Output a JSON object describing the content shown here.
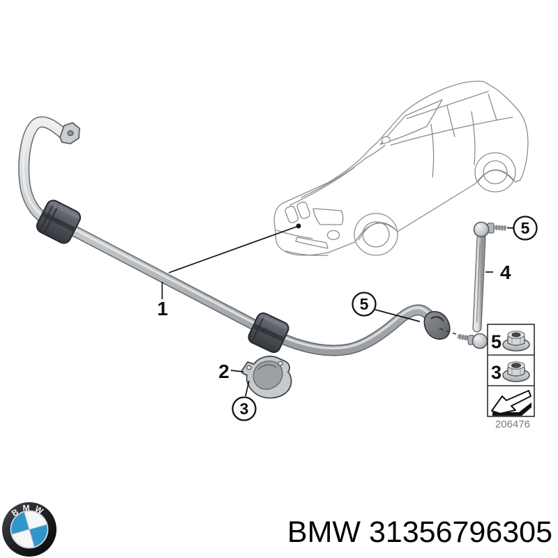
{
  "diagram": {
    "callouts": {
      "stabilizer_bar": "1",
      "clamp": "2",
      "clamp_nut": "3",
      "link": "4",
      "link_nut_top": "5",
      "bar_link_nut": "5"
    },
    "legend": {
      "rows": [
        {
          "label": "5",
          "icon": "flange-nut-icon"
        },
        {
          "label": "3",
          "icon": "flange-nut-icon"
        },
        {
          "label": "",
          "icon": "direction-arrow-icon"
        }
      ],
      "code": "206476"
    }
  },
  "footer": {
    "logo_text": "BMW",
    "part_label": "BMW 31356796305"
  },
  "colors": {
    "logo_blue": "#3095c9",
    "logo_ring": "#1a1c1f",
    "metal_light": "#e9ebec",
    "metal_dark": "#9aa0a4",
    "rubber_dark": "#4e535a",
    "car_outline": "#8c8c8c",
    "callout_line": "#141414",
    "code_text": "#7a7a7a"
  }
}
